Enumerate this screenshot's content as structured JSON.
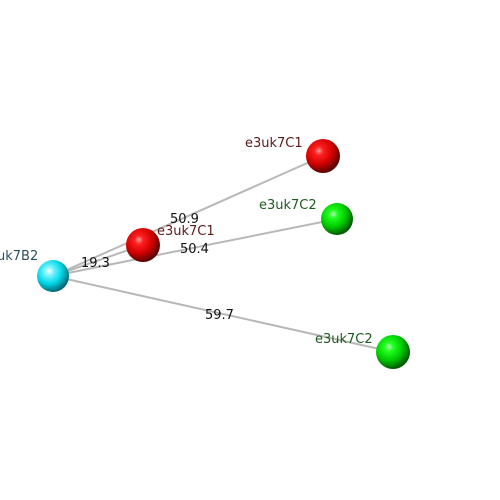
{
  "atoms": [
    {
      "id": "a0",
      "label": "uk7B2",
      "color": "#00d8e8",
      "label_color": "#2c5060"
    },
    {
      "id": "a1",
      "label": "e3uk7C1",
      "color": "#e00000",
      "label_color": "#5a1a1a"
    },
    {
      "id": "a2",
      "label": "e3uk7C1",
      "color": "#e00000",
      "label_color": "#5a1a1a"
    },
    {
      "id": "a3",
      "label": "e3uk7C2",
      "color": "#00dd00",
      "label_color": "#1f5a1f"
    },
    {
      "id": "a4",
      "label": "e3uk7C2",
      "color": "#00dd00",
      "label_color": "#1f5a1f"
    }
  ],
  "distances": [
    {
      "from": "a0",
      "to": "a1",
      "value": "19.3"
    },
    {
      "from": "a0",
      "to": "a2",
      "value": "50.9"
    },
    {
      "from": "a0",
      "to": "a3",
      "value": "50.4"
    },
    {
      "from": "a0",
      "to": "a4",
      "value": "59.7"
    }
  ]
}
